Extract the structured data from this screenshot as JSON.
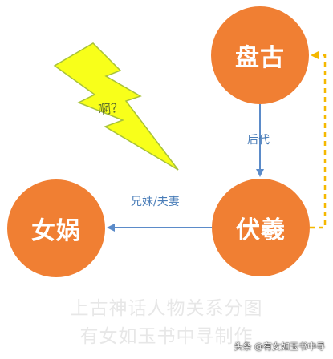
{
  "nodes": {
    "pangu": "盘古",
    "fuxi": "伏羲",
    "nuwa": "女娲"
  },
  "edges": {
    "descendant": "后代",
    "sibling_spouse": "兄妹/夫妻"
  },
  "bolt_text": "啊？",
  "footer": {
    "title": "上古神话人物关系分图",
    "credit": "有女如玉书中寻制作"
  },
  "watermark": "头条 @有女如玉书中寻",
  "colors": {
    "node": "#f07f33",
    "arrow": "#5b8bc9",
    "dashed_arrow": "#f5b800",
    "bolt_fill": "#f8ff1a"
  }
}
